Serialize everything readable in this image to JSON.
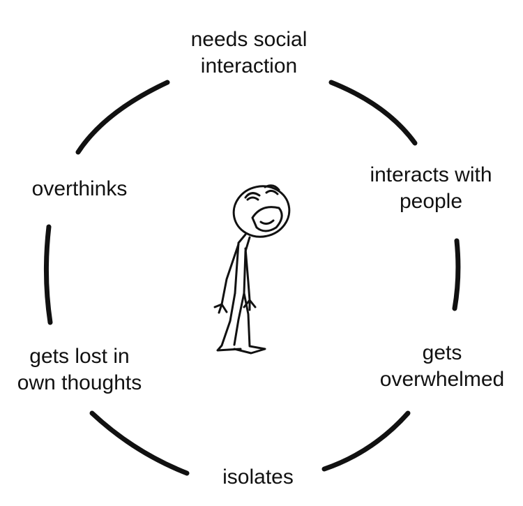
{
  "cycle": {
    "steps": [
      {
        "lines": [
          "needs social",
          "interaction"
        ]
      },
      {
        "lines": [
          "interacts with",
          "people"
        ]
      },
      {
        "lines": [
          "gets",
          "overwhelmed"
        ]
      },
      {
        "lines": [
          "isolates"
        ]
      },
      {
        "lines": [
          "gets lost in",
          "own thoughts"
        ]
      },
      {
        "lines": [
          "overthinks"
        ]
      }
    ]
  },
  "colors": {
    "ink": "#111111",
    "background": "#ffffff"
  },
  "icons": {
    "center": "stick-figure-icon",
    "connector": "arc-arrow-icon"
  }
}
